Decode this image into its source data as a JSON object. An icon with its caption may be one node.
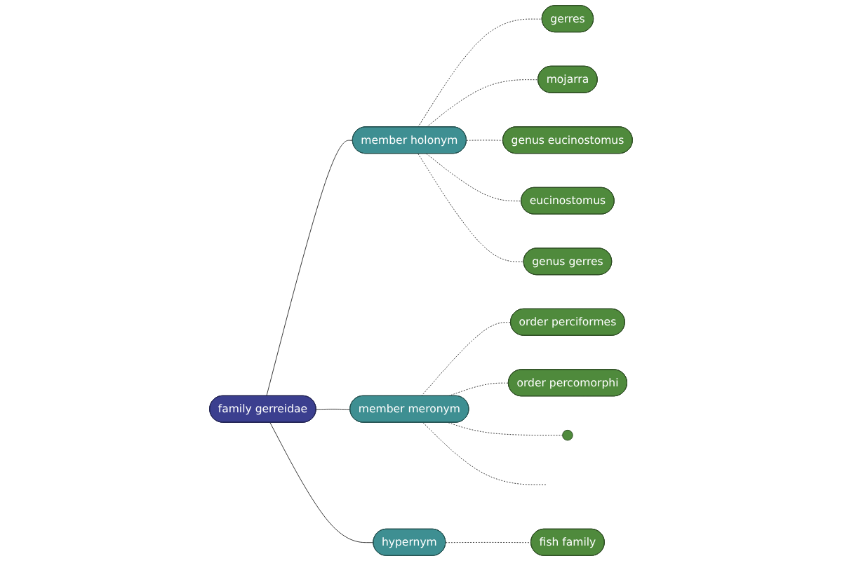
{
  "diagram": {
    "nodes": [
      {
        "text": [],
        "shape": "circle"
      },
      {
        "text": [
          "order percomorphi"
        ]
      },
      {
        "text": [
          "gerres"
        ]
      },
      {
        "text": [
          "mojarra"
        ]
      },
      {
        "text": [
          "member meronym"
        ]
      },
      {
        "text": [
          "order perciformes"
        ]
      },
      {
        "text": [
          "genus eucinostomus"
        ]
      },
      {
        "text": [
          "fish family"
        ]
      },
      {
        "text": [
          "eucinostomus"
        ]
      },
      {
        "text": [
          "member holonym"
        ]
      },
      {
        "text": [
          "family gerreidae"
        ]
      },
      {
        "text": [
          "hypernym"
        ]
      },
      {
        "text": [
          "genus gerres"
        ]
      }
    ],
    "edges": [
      {
        "from": 10,
        "to": 9,
        "arrow": "none"
      },
      {
        "from": 10,
        "to": 4,
        "arrow": "none"
      },
      {
        "from": 10,
        "to": 11,
        "arrow": "none"
      },
      {
        "from": 9,
        "to": 2,
        "arrow": "none",
        "style": "dashed"
      },
      {
        "from": 9,
        "to": 3,
        "arrow": "none",
        "style": "dashed"
      },
      {
        "from": 9,
        "to": 6,
        "arrow": "none",
        "style": "dashed"
      },
      {
        "from": 9,
        "to": 8,
        "arrow": "none",
        "style": "dashed"
      },
      {
        "from": 9,
        "to": 12,
        "arrow": "none",
        "style": "dashed"
      },
      {
        "from": 4,
        "to": 5,
        "arrow": "none",
        "style": "dashed"
      },
      {
        "from": 4,
        "to": 1,
        "arrow": "none",
        "style": "dashed"
      },
      {
        "from": 4,
        "to": 0,
        "arrow": "none",
        "style": "dashed"
      },
      {
        "from": 4,
        "to": null,
        "arrow": "none",
        "style": "dashed"
      },
      {
        "from": 11,
        "to": 7,
        "arrow": "none",
        "style": "dashed"
      }
    ]
  }
}
